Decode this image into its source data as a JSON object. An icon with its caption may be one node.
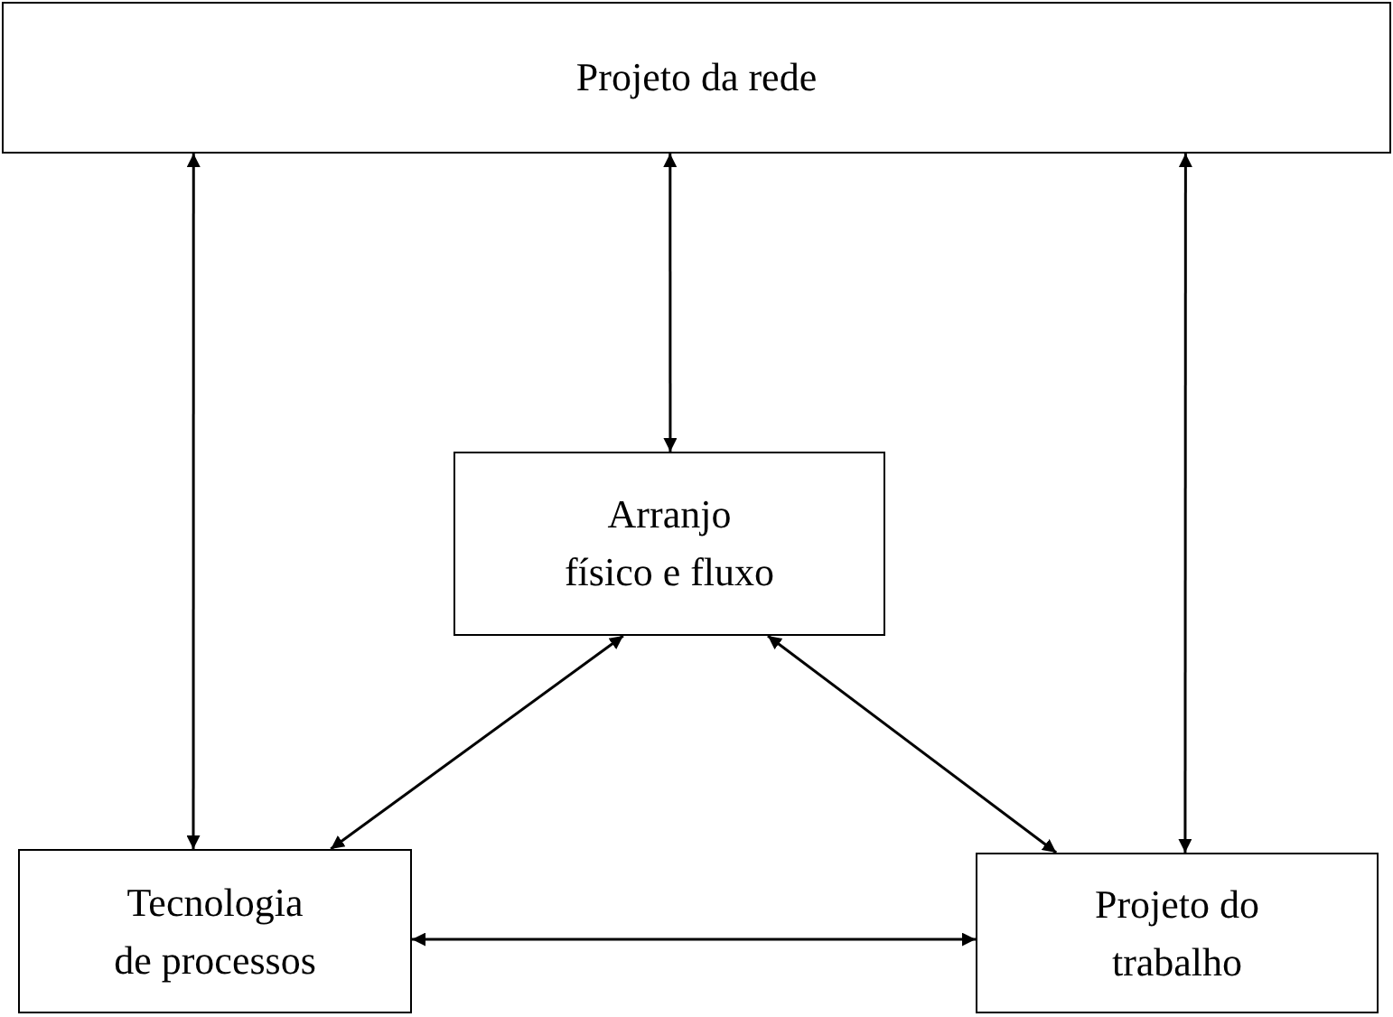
{
  "diagram": {
    "nodes": [
      {
        "text": [
          "Projeto da rede"
        ]
      },
      {
        "text": [
          "Arranjo físico e fluxo"
        ]
      },
      {
        "text": [
          "Tecnologia de processos"
        ]
      },
      {
        "text": [
          "Projeto do trabalho"
        ]
      }
    ],
    "edges": [
      {
        "from": 0,
        "to": 2,
        "arrow": "both"
      },
      {
        "from": 0,
        "to": 1,
        "arrow": "both"
      },
      {
        "from": 0,
        "to": 3,
        "arrow": "both"
      },
      {
        "from": 1,
        "to": 2,
        "arrow": "both"
      },
      {
        "from": 1,
        "to": 3,
        "arrow": "both"
      },
      {
        "from": 2,
        "to": 3,
        "arrow": "both"
      }
    ]
  }
}
